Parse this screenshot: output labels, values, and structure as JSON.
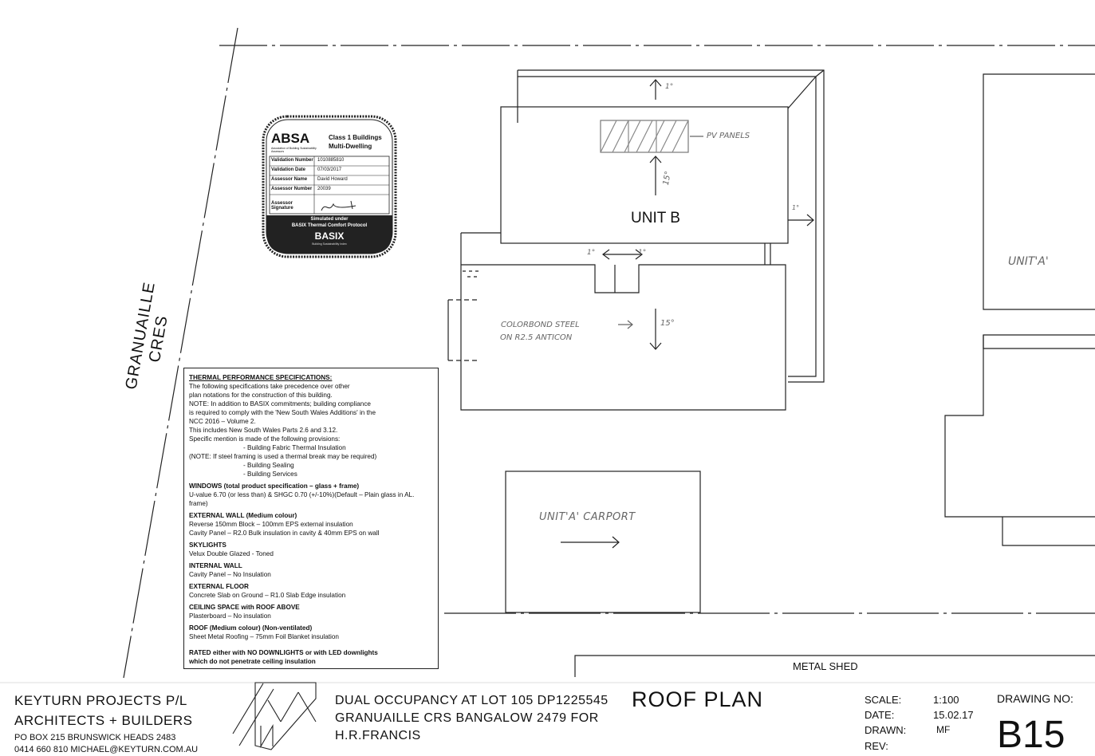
{
  "street": "GRANUAILLE CRES",
  "labels": {
    "unit_b": "UNIT B",
    "unit_a": "UNIT'A'",
    "carport": "UNIT'A' CARPORT",
    "metal_shed": "METAL SHED",
    "pv_panels": "PV PANELS",
    "colorbond": "COLORBOND STEEL",
    "anticon": "ON R2.5 ANTICON",
    "pitch_15_top": "15°",
    "pitch_15_bottom": "15°",
    "pitch_1_top": "1°",
    "pitch_1_left": "1°",
    "pitch_1_right": "1°",
    "pitch_1_side": "1°"
  },
  "absa": {
    "logo": "ABSA",
    "logo_sub": "Association of Building Sustainability Assessors",
    "class_line1": "Class 1 Buildings",
    "class_line2": "Multi-Dwelling",
    "rows": [
      {
        "k": "Validation Number",
        "v": "1010885810"
      },
      {
        "k": "Validation Date",
        "v": "07/03/2017"
      },
      {
        "k": "Assessor Name",
        "v": "David Howard"
      },
      {
        "k": "Assessor Number",
        "v": "20039"
      },
      {
        "k": "Assessor Signature",
        "v": ""
      }
    ],
    "sim1": "Simulated under",
    "sim2": "BASIX Thermal Comfort Protocol",
    "basix": "BASIX",
    "basix_sub": "Building Sustainability Index"
  },
  "spec": {
    "title": "THERMAL PERFORMANCE SPECIFICATIONS:",
    "intro1": "The following specifications take precedence over other",
    "intro2": "plan notations for the construction of this building.",
    "note1": "NOTE: In addition to BASIX commitments; building compliance",
    "note2": "is required to comply with the 'New South Wales Additions' in the",
    "note3": "NCC 2016 – Volume 2.",
    "note4": "This includes New South Wales Parts 2.6 and 3.12.",
    "note5": "Specific mention is made of the following provisions:",
    "prov1": "- Building Fabric Thermal Insulation",
    "note6": "(NOTE: If steel framing is used a thermal break may be required)",
    "prov2": "- Building Sealing",
    "prov3": "- Building Services",
    "windows_h": "WINDOWS (total product specification – glass + frame)",
    "windows_t": "U-value 6.70 (or less than) & SHGC 0.70 (+/-10%)(Default – Plain glass in AL. frame)",
    "extwall_h": "EXTERNAL WALL (Medium colour)",
    "extwall_t1": "Reverse 150mm Block – 100mm EPS external insulation",
    "extwall_t2": "Cavity Panel – R2.0 Bulk insulation in cavity & 40mm EPS on wall",
    "sky_h": "SKYLIGHTS",
    "sky_t": "Velux Double Glazed - Toned",
    "intwall_h": "INTERNAL WALL",
    "intwall_t": "Cavity Panel – No Insulation",
    "extfloor_h": "EXTERNAL FLOOR",
    "extfloor_t": "Concrete Slab on Ground – R1.0 Slab Edge insulation",
    "ceiling_h": "CEILING SPACE with ROOF ABOVE",
    "ceiling_t": "Plasterboard – No insulation",
    "roof_h": "ROOF (Medium colour)  (Non-ventilated)",
    "roof_t": "Sheet Metal Roofing – 75mm Foil Blanket insulation",
    "rated1": "RATED either with NO DOWNLIGHTS or with LED downlights",
    "rated2": "which do not penetrate ceiling insulation"
  },
  "title_block": {
    "company": "KEYTURN PROJECTS P/L",
    "role": "ARCHITECTS + BUILDERS",
    "po": "PO BOX 215 BRUNSWICK HEADS 2483",
    "contact": "0414 660 810 MICHAEL@KEYTURN.COM.AU",
    "project1": "DUAL OCCUPANCY AT LOT 105 DP1225545",
    "project2": "GRANUAILLE CRS BANGALOW 2479 FOR",
    "project3": "H.R.FRANCIS",
    "sheet_title": "ROOF PLAN",
    "scale_k": "SCALE:",
    "scale_v": "1:100",
    "date_k": "DATE:",
    "date_v": "15.02.17",
    "drawn_k": "DRAWN:",
    "drawn_v": "MF",
    "rev_k": "REV:",
    "rev_v": "",
    "drawing_no_k": "DRAWING NO:",
    "drawing_no_v": "B15"
  }
}
